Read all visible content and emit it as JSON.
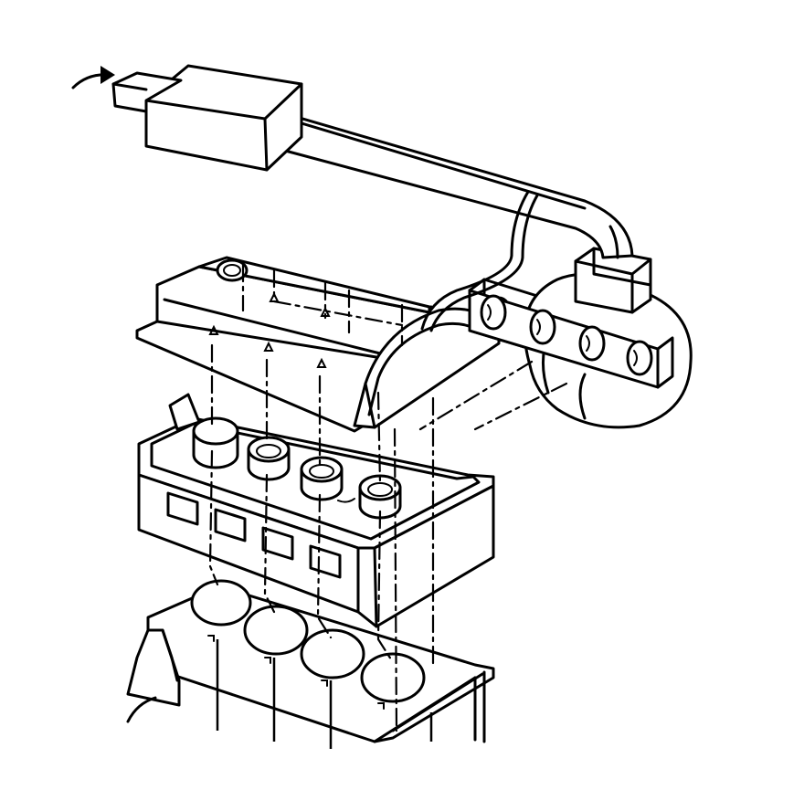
{
  "diagram": {
    "type": "exploded-view line drawing",
    "parts": [
      "air-flow-arrow",
      "air-inlet-tube",
      "air-box",
      "intake-duct",
      "throttle-body",
      "vacuum-hose",
      "fuel-rail",
      "injector-ports",
      "cam-cover",
      "cylinder-head-tray",
      "cylinder-head-ports",
      "engine-block",
      "cylinder-bores",
      "exhaust-manifold"
    ],
    "labels": []
  }
}
